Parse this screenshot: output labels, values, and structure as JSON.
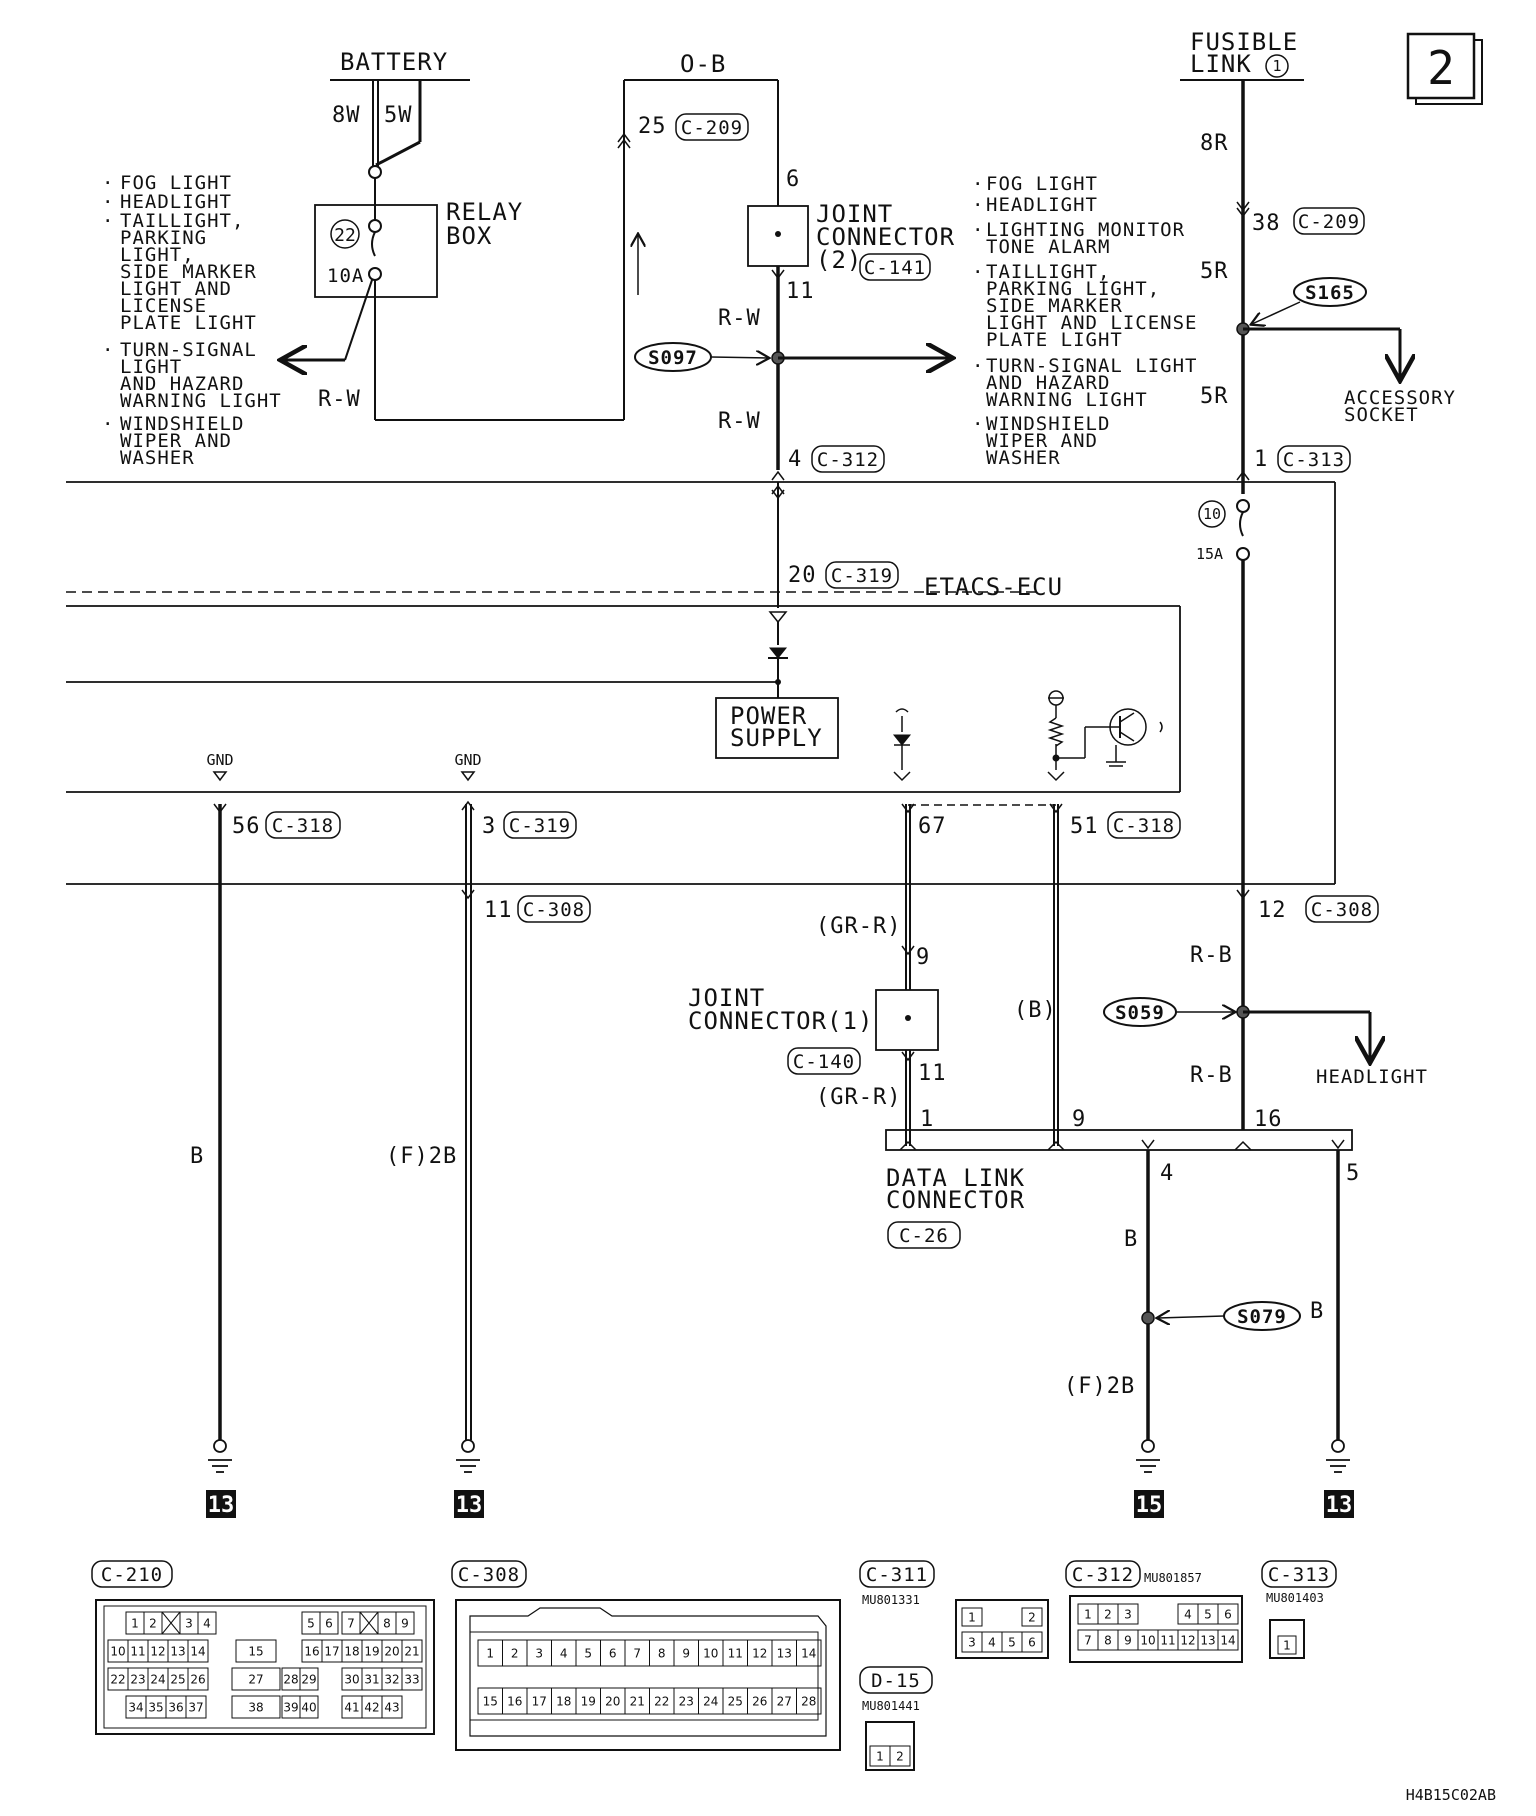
{
  "page_number": "2",
  "battery": {
    "label": "BATTERY",
    "wire_left": "8W",
    "wire_right": "5W"
  },
  "relay_box": {
    "label_1": "RELAY",
    "label_2": "BOX",
    "fuse_no": "22",
    "fuse_rating": "10A"
  },
  "left_loads": {
    "b1": "FOG LIGHT",
    "b2": "HEADLIGHT",
    "b3_1": "TAILLIGHT,",
    "b3_2": "PARKING",
    "b3_3": "LIGHT,",
    "b3_4": "SIDE MARKER",
    "b3_5": "LIGHT AND",
    "b3_6": "LICENSE",
    "b3_7": "PLATE LIGHT",
    "b4_1": "TURN-SIGNAL",
    "b4_2": "LIGHT",
    "b4_3": "AND HAZARD",
    "b4_4": "WARNING LIGHT",
    "b5_1": "WINDSHIELD",
    "b5_2": "WIPER AND",
    "b5_3": "WASHER"
  },
  "wires": {
    "ob": "O-B",
    "rw_left": "R-W",
    "rw_top": "R-W",
    "rw_bottom": "R-W",
    "r8": "8R",
    "r5_top": "5R",
    "r5_bottom": "5R",
    "rb_top": "R-B",
    "rb_bottom": "R-B",
    "grr_top": "(GR-R)",
    "grr_bottom": "(GR-R)",
    "b_dlc9": "(B)",
    "b_left": "B",
    "f2b_left": "(F)2B",
    "b_mid": "B",
    "f2b_mid": "(F)2B",
    "b_right": "B"
  },
  "pins": {
    "p25": "25",
    "p6": "6",
    "p11_top": "11",
    "p4": "4",
    "p38": "38",
    "p1": "1",
    "p20": "20",
    "p56": "56",
    "p3": "3",
    "p67": "67",
    "p51": "51",
    "p11_c308": "11",
    "p12": "12",
    "p9_jc": "9",
    "p11_jc": "11",
    "dlc_1": "1",
    "dlc_9": "9",
    "dlc_16": "16",
    "dlc_4": "4",
    "dlc_5": "5"
  },
  "connectors": {
    "c209_top": "C-209",
    "c141": "C-141",
    "c312": "C-312",
    "c209_right": "C-209",
    "c313": "C-313",
    "c319_top": "C-319",
    "c318_left": "C-318",
    "c319_bottom": "C-319",
    "c318_right": "C-318",
    "c308_left": "C-308",
    "c308_right": "C-308",
    "c140": "C-140",
    "c26": "C-26"
  },
  "joint_connector_2": {
    "label_1": "JOINT",
    "label_2": "CONNECTOR",
    "label_3": "(2)"
  },
  "joint_connector_1": {
    "label_1": "JOINT",
    "label_2": "CONNECTOR(1)"
  },
  "splices": {
    "s097": "S097",
    "s165": "S165",
    "s059": "S059",
    "s079": "S079"
  },
  "fusible_link": {
    "label_1": "FUSIBLE",
    "label_2": "LINK",
    "number": "1"
  },
  "right_loads": {
    "r1": "FOG LIGHT",
    "r2": "HEADLIGHT",
    "r3_1": "LIGHTING MONITOR",
    "r3_2": "TONE ALARM",
    "r4_1": "TAILLIGHT,",
    "r4_2": "PARKING LIGHT,",
    "r4_3": "SIDE MARKER",
    "r4_4": "LIGHT AND LICENSE",
    "r4_5": "PLATE LIGHT",
    "r5_1": "TURN-SIGNAL LIGHT",
    "r5_2": "AND HAZARD",
    "r5_3": "WARNING LIGHT",
    "r6_1": "WINDSHIELD",
    "r6_2": "WIPER AND",
    "r6_3": "WASHER"
  },
  "accessory": {
    "label_1": "ACCESSORY",
    "label_2": "SOCKET"
  },
  "fuse_10": {
    "number": "10",
    "rating": "15A"
  },
  "etacs": {
    "label": "ETACS-ECU",
    "power_supply_1": "POWER",
    "power_supply_2": "SUPPLY",
    "gnd_1": "GND",
    "gnd_2": "GND"
  },
  "headlight_label": "HEADLIGHT",
  "dlc": {
    "label_1": "DATA LINK",
    "label_2": "CONNECTOR"
  },
  "grounds": {
    "g1": "13",
    "g2": "13",
    "g3": "15",
    "g4": "13"
  },
  "connector_views": {
    "c210": {
      "name": "C-210",
      "pins": [
        "1",
        "2",
        "3",
        "4",
        "5",
        "6",
        "7",
        "8",
        "9",
        "10",
        "11",
        "12",
        "13",
        "14",
        "15",
        "16",
        "17",
        "18",
        "19",
        "20",
        "21",
        "22",
        "23",
        "24",
        "25",
        "26",
        "27",
        "28",
        "29",
        "30",
        "31",
        "32",
        "33",
        "34",
        "35",
        "36",
        "37",
        "38",
        "39",
        "40",
        "41",
        "42",
        "43"
      ]
    },
    "c308": {
      "name": "C-308",
      "pins": [
        "1",
        "2",
        "3",
        "4",
        "5",
        "6",
        "7",
        "8",
        "9",
        "10",
        "11",
        "12",
        "13",
        "14",
        "15",
        "16",
        "17",
        "18",
        "19",
        "20",
        "21",
        "22",
        "23",
        "24",
        "25",
        "26",
        "27",
        "28"
      ]
    },
    "c311": {
      "name": "C-311",
      "part": "MU801331",
      "pins": [
        "1",
        "2",
        "3",
        "4",
        "5",
        "6"
      ]
    },
    "c312": {
      "name": "C-312",
      "part": "MU801857",
      "pins": [
        "1",
        "2",
        "3",
        "4",
        "5",
        "6",
        "7",
        "8",
        "9",
        "10",
        "11",
        "12",
        "13",
        "14"
      ]
    },
    "c313": {
      "name": "C-313",
      "part": "MU801403",
      "pins": [
        "1"
      ]
    },
    "d15": {
      "name": "D-15",
      "part": "MU801441",
      "pins": [
        "1",
        "2"
      ]
    }
  },
  "diagram_code": "H4B15C02AB"
}
